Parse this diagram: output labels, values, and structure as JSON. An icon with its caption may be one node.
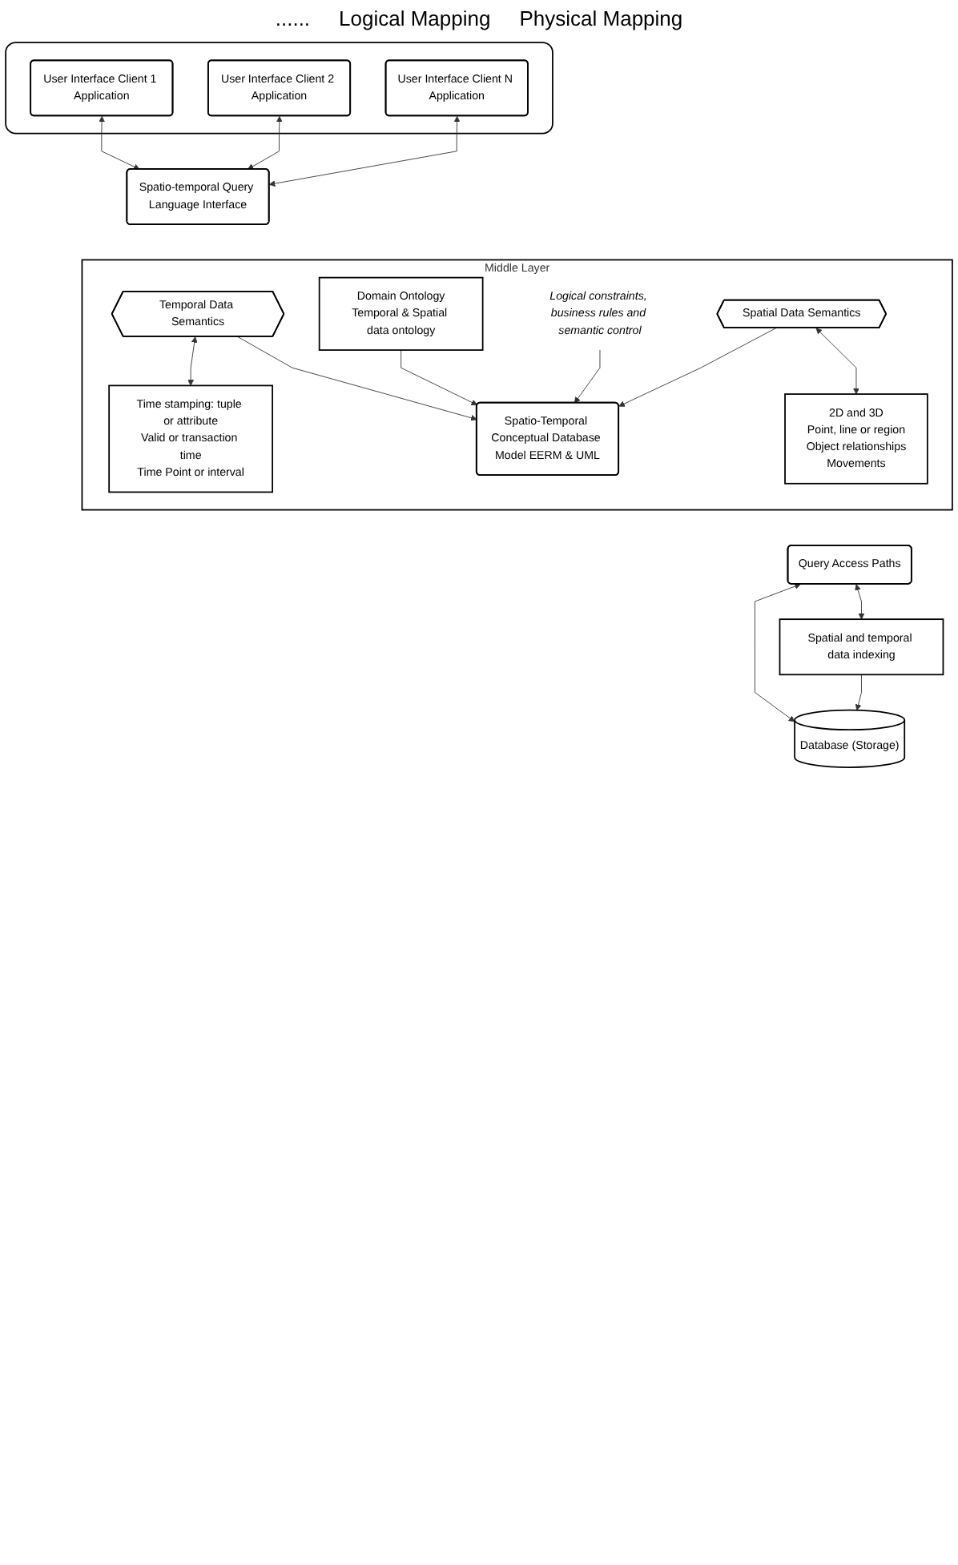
{
  "diagram": {
    "nodes": [
      {
        "text": [],
        "shape": "box"
      },
      {
        "text": [
          "User Interface Client 1 Application"
        ],
        "in": 0
      },
      {
        "text": [
          "User Interface Client 2 Application"
        ],
        "in": 0
      },
      {
        "text": [
          "User Interface Client N Application"
        ],
        "in": 0
      },
      {
        "text": [
          "Spatio-temporal Query Language Interface"
        ]
      },
      {
        "text": [
          "Middle Layer"
        ]
      },
      {
        "text": [
          "Temporal Data Semantics"
        ],
        "in": 5
      },
      {
        "text": [
          "Time stamping: tuple or attribute",
          "Valid or transaction time",
          "Time Point or interval"
        ],
        "in": 5
      },
      {
        "text": [
          "Domain Ontology",
          "Temporal & Spatial data ontology"
        ],
        "in": 5
      },
      {
        "text": [
          "Spatio-Temporal Conceptual Database Model EERM & UML"
        ],
        "in": 5
      },
      {
        "text": [
          "Logical constraints, business rules and semantic control"
        ],
        "in": 5
      },
      {
        "text": [
          "Spatial Data Semantics"
        ],
        "in": 5
      },
      {
        "text": [
          "2D and 3D",
          "Point, line or region",
          "Object relationships",
          "Movements"
        ],
        "in": 5
      },
      {
        "text": [
          "Query Access Paths"
        ]
      },
      {
        "text": [
          "Spatial and temporal data indexing"
        ]
      },
      {
        "text": [
          "Database (Storage)"
        ]
      }
    ],
    "edges": [
      {
        "from": 1,
        "to": 4,
        "arrow": "both"
      },
      {
        "from": 2,
        "to": 4,
        "arrow": "both"
      },
      {
        "from": 3,
        "to": 4,
        "arrow": "both"
      },
      {
        "from": 6,
        "to": 7,
        "arrow": "both"
      },
      {
        "from": 6,
        "to": 9,
        "arrow": "to"
      },
      {
        "from": 8,
        "to": 9,
        "arrow": "to"
      },
      {
        "from": 10,
        "to": 9,
        "arrow": "to"
      },
      {
        "from": 11,
        "to": 9,
        "arrow": "to"
      },
      {
        "from": 11,
        "to": 12,
        "arrow": "both"
      },
      {
        "from": 13,
        "to": 14,
        "arrow": "both"
      },
      {
        "from": 13,
        "to": 15,
        "arrow": "both"
      },
      {
        "from": 14,
        "to": 15,
        "arrow": "to"
      }
    ],
    "labels": [
      "......",
      "Logical Mapping",
      "Physical Mapping"
    ]
  }
}
